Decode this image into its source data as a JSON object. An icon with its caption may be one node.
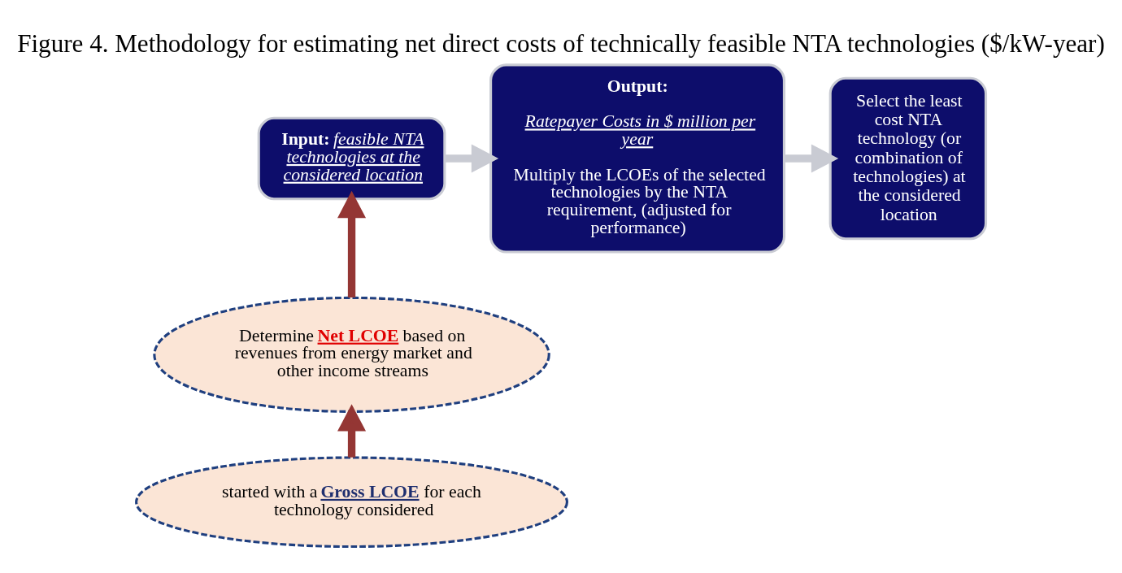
{
  "diagram": {
    "title": "Figure 4. Methodology for estimating net direct costs of technically feasible NTA technologies ($/kW-year)",
    "nodes": [
      {
        "text": [
          "Input:",
          "feasible NTA technologies at the considered location"
        ]
      },
      {
        "text": [
          "Output:",
          "Ratepayer Costs in $ million per year",
          "Multiply the LCOEs of the selected technologies by the NTA requirement, (adjusted for performance)"
        ]
      },
      {
        "text": [
          "Select the least cost NTA technology (or combination of technologies) at the considered location"
        ]
      },
      {
        "text": [
          "Determine **Net LCOE** based on revenues from energy market and other income streams"
        ]
      },
      {
        "text": [
          "started with a **Gross LCOE** for each technology considered"
        ]
      }
    ],
    "edges": [
      {
        "from": 0,
        "to": 1,
        "arrow": "to",
        "color": "#c9cbd3"
      },
      {
        "from": 1,
        "to": 2,
        "arrow": "to",
        "color": "#c9cbd3"
      },
      {
        "from": 4,
        "to": 3,
        "arrow": "to",
        "color": "#943634"
      },
      {
        "from": 3,
        "to": 0,
        "arrow": "to",
        "color": "#943634"
      }
    ]
  }
}
